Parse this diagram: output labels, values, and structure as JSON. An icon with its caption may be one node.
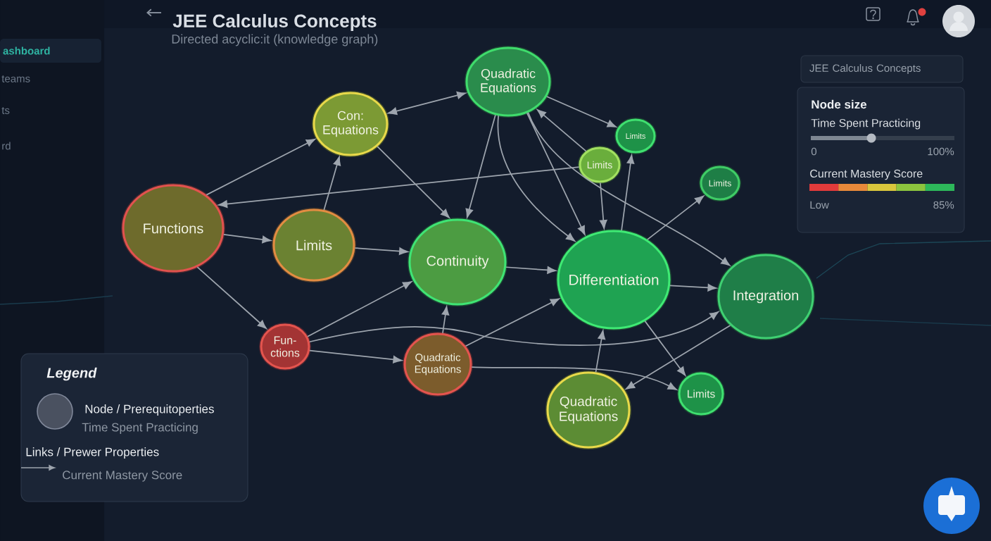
{
  "diagram": {
    "title": "JEE Calculus Concepts",
    "nodes": [
      {
        "text": [
          "Con: Equations"
        ]
      },
      {
        "text": [
          "Quadratic Equations"
        ]
      },
      {
        "text": [
          "Limits"
        ]
      },
      {
        "text": [
          "Limits"
        ]
      },
      {
        "text": [
          "Limits"
        ]
      },
      {
        "text": [
          "Functions"
        ]
      },
      {
        "text": [
          "Limits"
        ]
      },
      {
        "text": [
          "Continuity"
        ]
      },
      {
        "text": [
          "Differentiation"
        ]
      },
      {
        "text": [
          "Integration"
        ]
      },
      {
        "text": [
          "Fun- ctions"
        ]
      },
      {
        "text": [
          "Quadratic Equations"
        ]
      },
      {
        "text": [
          "Quadratic Equations"
        ]
      },
      {
        "text": [
          "Limits"
        ]
      }
    ],
    "edges": [
      {
        "from": 5,
        "to": 0,
        "arrow": "to"
      },
      {
        "from": 0,
        "to": 1,
        "arrow": "both"
      },
      {
        "from": 6,
        "to": 0,
        "arrow": "to"
      },
      {
        "from": 0,
        "to": 7,
        "arrow": "to"
      },
      {
        "from": 2,
        "to": 5,
        "arrow": "to"
      },
      {
        "from": 1,
        "to": 7,
        "arrow": "to"
      },
      {
        "from": 1,
        "to": 8,
        "arrow": "to"
      },
      {
        "from": 1,
        "to": 8,
        "arrow": "to"
      },
      {
        "from": 1,
        "to": 9,
        "arrow": "to"
      },
      {
        "from": 1,
        "to": 3,
        "arrow": "to"
      },
      {
        "from": 2,
        "to": 1,
        "arrow": "to"
      },
      {
        "from": 2,
        "to": 8,
        "arrow": "to"
      },
      {
        "from": 8,
        "to": 3,
        "arrow": "to"
      },
      {
        "from": 8,
        "to": 4,
        "arrow": "to"
      },
      {
        "from": 5,
        "to": 6,
        "arrow": "to"
      },
      {
        "from": 6,
        "to": 7,
        "arrow": "to"
      },
      {
        "from": 5,
        "to": 10,
        "arrow": "to"
      },
      {
        "from": 10,
        "to": 7,
        "arrow": "to"
      },
      {
        "from": 10,
        "to": 11,
        "arrow": "to"
      },
      {
        "from": 10,
        "to": 9,
        "arrow": "to"
      },
      {
        "from": 11,
        "to": 7,
        "arrow": "to"
      },
      {
        "from": 11,
        "to": 8,
        "arrow": "to"
      },
      {
        "from": 11,
        "to": 13,
        "arrow": "to"
      },
      {
        "from": 9,
        "to": 12,
        "arrow": "to"
      },
      {
        "from": 12,
        "to": 8,
        "arrow": "to"
      },
      {
        "from": 8,
        "to": 13,
        "arrow": "to"
      },
      {
        "from": 7,
        "to": 8,
        "arrow": "to"
      },
      {
        "from": 8,
        "to": 9,
        "arrow": "to"
      }
    ],
    "labels": [
      "Directed acyclic:it (knowledge graph)",
      "ashboard",
      "teams",
      "ts",
      "rd",
      "JEE Calculus Concepts",
      "Node size",
      "Time Spent Practicing",
      "0",
      "100%",
      "Current Mastery Score",
      "Low",
      "85%",
      "Legend",
      "Time Spent Practicing",
      "Current Mastery Score"
    ],
    "legend": [
      {
        "text": "Node / Prerequitoperties"
      },
      {
        "text": "Links / Prewer Properties"
      }
    ]
  }
}
